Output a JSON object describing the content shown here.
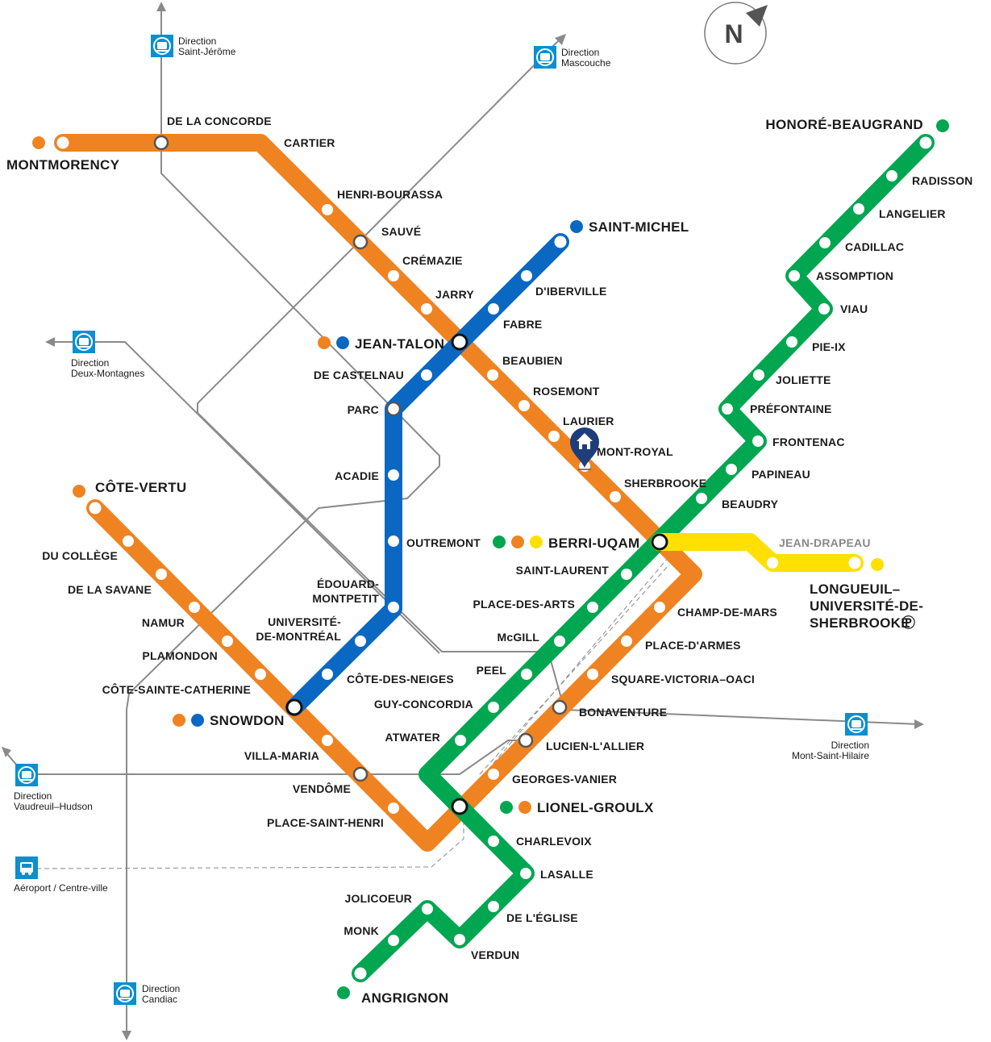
{
  "colors": {
    "orange": "#f08321",
    "green": "#00a650",
    "blue": "#0a68c2",
    "yellow": "#ffe000",
    "train": "#8a8a8a",
    "icon": "#0a8fcf",
    "home": "#1d3e7a"
  },
  "compass": {
    "label": "N"
  },
  "lines": {
    "orange": {
      "terminus_left": "MONTMORENCY",
      "terminus_right": "CÔTE-VERTU",
      "stations": [
        "DE LA CONCORDE",
        "CARTIER",
        "HENRI-BOURASSA",
        "SAUVÉ",
        "CRÉMAZIE",
        "JARRY",
        "JEAN-TALON",
        "BEAUBIEN",
        "ROSEMONT",
        "LAURIER",
        "MONT-ROYAL",
        "SHERBROOKE",
        "BERRI-UQAM",
        "CHAMP-DE-MARS",
        "PLACE-D'ARMES",
        "SQUARE-VICTORIA–OACI",
        "BONAVENTURE",
        "LUCIEN-L'ALLIER",
        "GEORGES-VANIER",
        "LIONEL-GROULX",
        "PLACE-SAINT-HENRI",
        "VENDÔME",
        "VILLA-MARIA",
        "SNOWDON",
        "CÔTE-SAINTE-CATHERINE",
        "PLAMONDON",
        "NAMUR",
        "DE LA SAVANE",
        "DU COLLÈGE"
      ]
    },
    "green": {
      "terminus_top": "HONORÉ-BEAUGRAND",
      "terminus_bottom": "ANGRIGNON",
      "stations": [
        "RADISSON",
        "LANGELIER",
        "CADILLAC",
        "ASSOMPTION",
        "VIAU",
        "PIE-IX",
        "JOLIETTE",
        "PRÉFONTAINE",
        "FRONTENAC",
        "PAPINEAU",
        "BEAUDRY",
        "SAINT-LAURENT",
        "PLACE-DES-ARTS",
        "McGILL",
        "PEEL",
        "GUY-CONCORDIA",
        "ATWATER",
        "CHARLEVOIX",
        "LASALLE",
        "DE L'ÉGLISE",
        "VERDUN",
        "JOLICOEUR",
        "MONK"
      ]
    },
    "blue": {
      "terminus": "SAINT-MICHEL",
      "stations": [
        "D'IBERVILLE",
        "FABRE",
        "DE CASTELNAU",
        "PARC",
        "ACADIE",
        "OUTREMONT",
        "ÉDOUARD-",
        "MONTPETIT",
        "UNIVERSITÉ-",
        "DE-MONTRÉAL",
        "CÔTE-DES-NEIGES"
      ]
    },
    "yellow": {
      "stations": [
        "JEAN-DRAPEAU"
      ],
      "terminus_lines": [
        "LONGUEUIL–",
        "UNIVERSITÉ-DE-",
        "SHERBROOKE"
      ],
      "parking_glyph": "Ⓟ"
    }
  },
  "transfers": {
    "jean_talon": "JEAN-TALON",
    "berri_uqam": "BERRI-UQAM",
    "snowdon": "SNOWDON",
    "lionel_groulx": "LIONEL-GROULX"
  },
  "directions": {
    "saint_jerome": [
      "Direction",
      "Saint-Jérôme"
    ],
    "mascouche": [
      "Direction",
      "Mascouche"
    ],
    "deux_montagnes": [
      "Direction",
      "Deux-Montagnes"
    ],
    "mont_saint_hilaire": [
      "Direction",
      "Mont-Saint-Hilaire"
    ],
    "vaudreuil_hudson": [
      "Direction",
      "Vaudreuil–Hudson"
    ],
    "aeroport": [
      "Aéroport / Centre-ville"
    ],
    "candiac": [
      "Direction",
      "Candiac"
    ]
  }
}
